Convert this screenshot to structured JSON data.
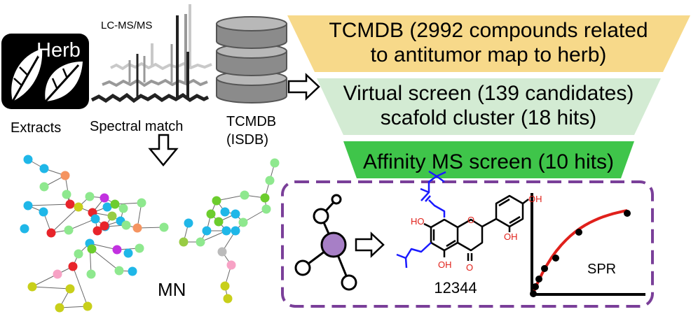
{
  "herb_icon": {
    "label": "Herb",
    "caption": "Extracts",
    "icon": "leaf-icon"
  },
  "spectrum": {
    "label": "LC-MS/MS",
    "caption": "Spectral match"
  },
  "database": {
    "caption_line1": "TCMDB",
    "caption_line2": "(ISDB)",
    "icon": "database-icon"
  },
  "funnel": [
    {
      "line1": "TCMDB (2992 compounds related",
      "line2": "to antitumor map to herb)",
      "color": "#f7d98a"
    },
    {
      "line1": "Virtual screen (139 candidates)",
      "line2": "scafold cluster (18 hits)",
      "color": "#d3ebd3"
    },
    {
      "line1": "Affinity MS screen (10 hits)",
      "line2": "",
      "color": "#3fc54a"
    }
  ],
  "network": {
    "label": "MN"
  },
  "result_box": {
    "border_color": "#7a3f99",
    "compound_id": "12344",
    "atom_labels": {
      "oh_a": "OH",
      "oh_b": "OH",
      "ho": "HO",
      "oh_bottom": "OH",
      "o_ring": "O",
      "o_keto": "O"
    },
    "spr_label": "SPR",
    "curve_color": "#e0201b"
  },
  "node_colors": [
    "#1fb7e8",
    "#8ee88e",
    "#e8242a",
    "#c231e0",
    "#6ccd2d",
    "#f59460",
    "#c8cf1a",
    "#98cc44",
    "#f7a2c5",
    "#bbbbbb"
  ]
}
